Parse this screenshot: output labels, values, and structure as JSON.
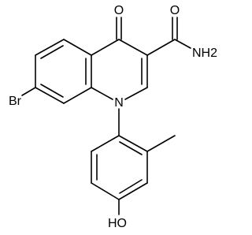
{
  "labels": {
    "oxygen_ketone": "O",
    "oxygen_amide": "O",
    "amine": "NH2",
    "nitrogen_ring": "N",
    "bromine": "Br",
    "hydroxyl": "HO"
  }
}
